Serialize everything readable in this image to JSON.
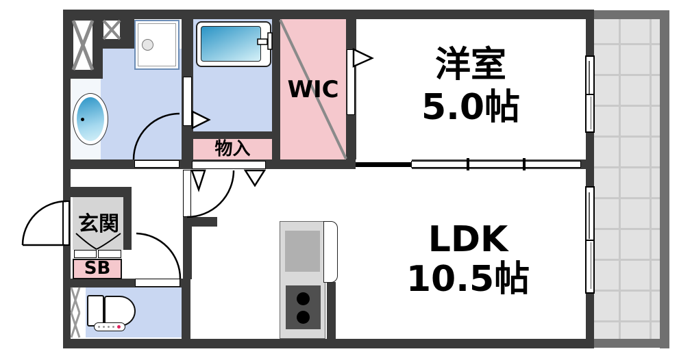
{
  "rooms": {
    "western_room": {
      "name": "洋室",
      "size": "5.0帖"
    },
    "ldk": {
      "name": "LDK",
      "size": "10.5帖"
    },
    "wic": {
      "name": "WIC"
    },
    "storage": {
      "name": "物入"
    },
    "entrance": {
      "name": "玄関"
    },
    "shoe_box": {
      "name": "SB"
    }
  },
  "palette": {
    "wall": "#3a3a3a",
    "balcony_wall": "#707070",
    "floor_blue": "#c9d7f2",
    "accent_pink": "#f5c8cd",
    "entrance_gray": "#d5d5d5",
    "balcony_floor": "#e2e2e2",
    "balcony_grid": "#c9c9c9",
    "vanity": "#f3f7fb",
    "fixture_blue": "#2a93c5",
    "fixture_blue_light": "#d6f1f8",
    "kitchen_base": "#d9d9d9",
    "kitchen_sink": "#b0b0b0",
    "kitchen_stove": "#4f4f4f",
    "toilet_dot_red": "#e0245e"
  }
}
